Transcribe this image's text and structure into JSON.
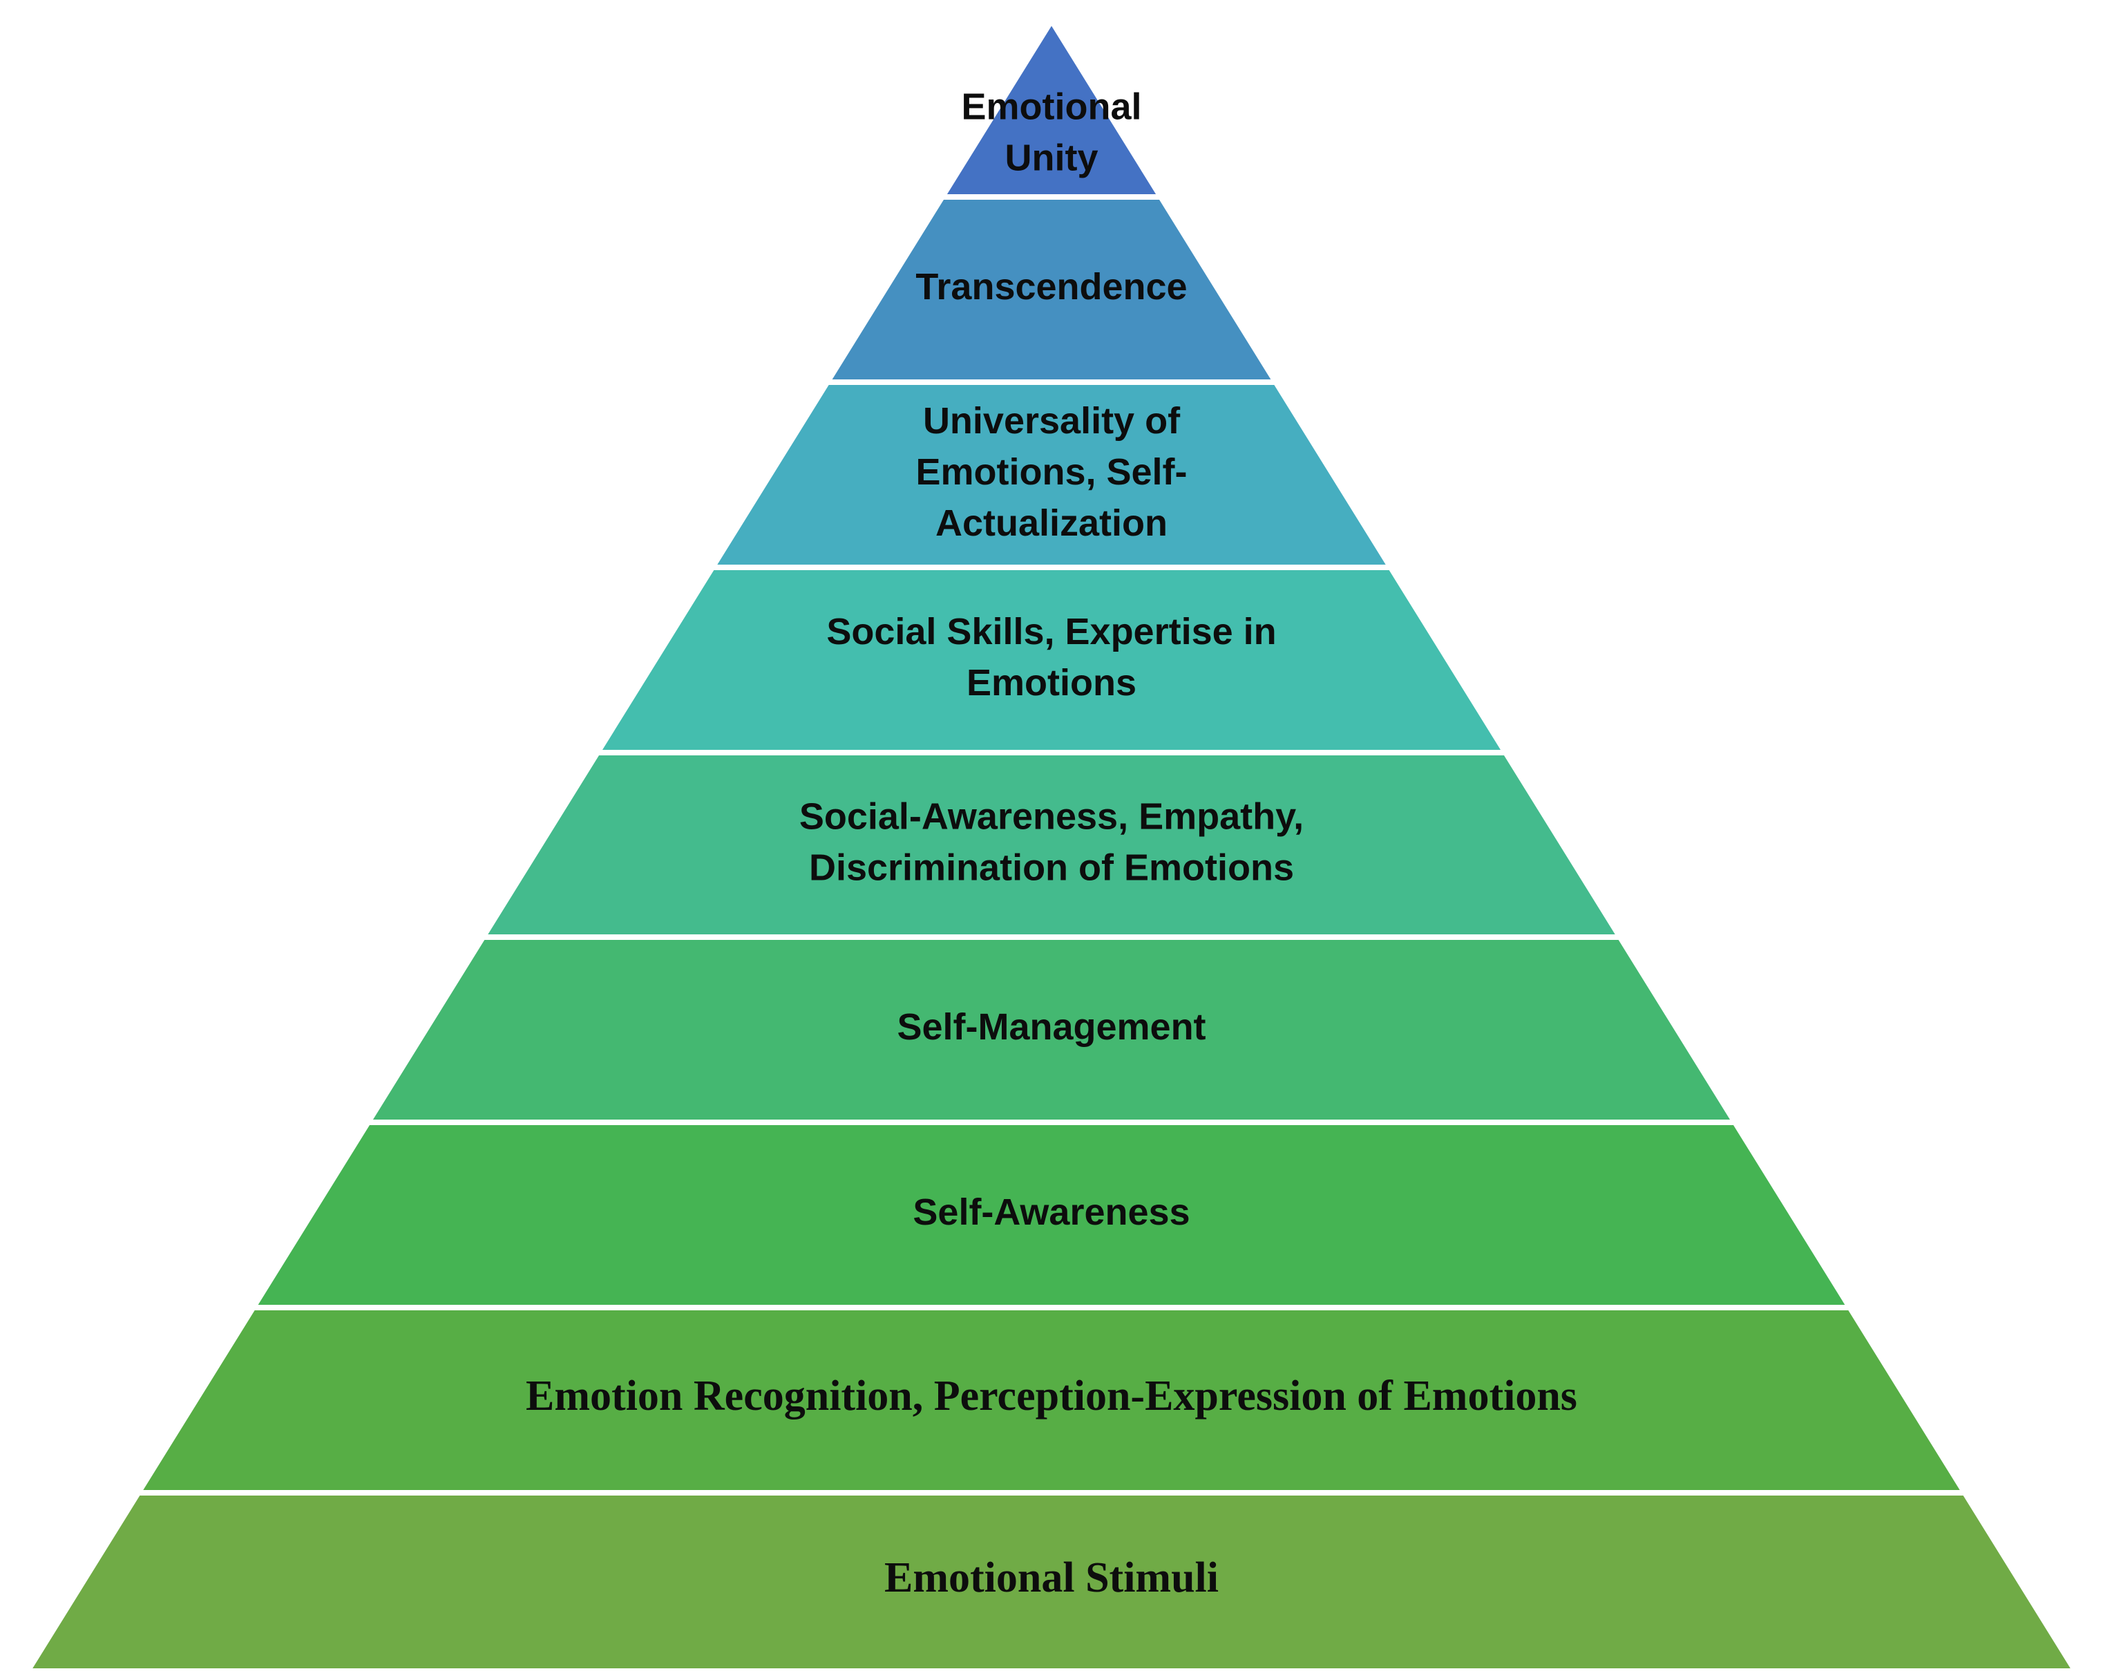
{
  "pyramid": {
    "layers": [
      {
        "lines": [
          "Emotional",
          "Unity"
        ],
        "color": "#4472C4"
      },
      {
        "lines": [
          "Transcendence"
        ],
        "color": "#4590C1"
      },
      {
        "lines": [
          "Universality of",
          "Emotions, Self-",
          "Actualization"
        ],
        "color": "#46AEC0"
      },
      {
        "lines": [
          "Social Skills, Expertise in",
          "Emotions"
        ],
        "color": "#44BEAE"
      },
      {
        "lines": [
          "Social-Awareness, Empathy,",
          "Discrimination of Emotions"
        ],
        "color": "#44BB8D"
      },
      {
        "lines": [
          "Self-Management"
        ],
        "color": "#44B871"
      },
      {
        "lines": [
          "Self-Awareness"
        ],
        "color": "#45B453"
      },
      {
        "lines": [
          "Emotion Recognition, Perception-Expression of Emotions"
        ],
        "color": "#57AE45",
        "serif": true
      },
      {
        "lines": [
          "Emotional Stimuli"
        ],
        "color": "#70AB46",
        "serif": true
      }
    ]
  }
}
